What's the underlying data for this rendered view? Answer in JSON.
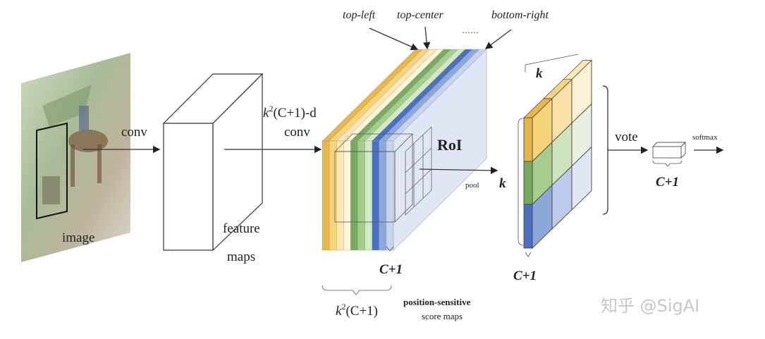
{
  "labels": {
    "image": "image",
    "conv": "conv",
    "feature_maps_line1": "feature",
    "feature_maps_line2": "maps",
    "k2conv": {
      "k": "k",
      "sup": "2",
      "rest": "(C+1)-d",
      "line2": "conv"
    },
    "top_left": "top-left",
    "top_center": "top-center",
    "bottom_right": "bottom-right",
    "ellipsis": "……",
    "roi": "RoI",
    "pool": "pool",
    "c_plus_1_stack": "C+1",
    "k2c_bottom": {
      "k": "k",
      "sup": "2",
      "rest": "(C+1)"
    },
    "ps_line1": "position-sensitive",
    "ps_line2": "score maps",
    "k_top": "k",
    "k_left": "k",
    "c_plus_1_vote": "C+1",
    "vote": "vote",
    "c_plus_1_output": "C+1",
    "softmax": "softmax",
    "watermark": "知乎 @SigAI"
  },
  "colors": {
    "yellow_dark": "#e9b64a",
    "yellow": "#f5d47c",
    "yellow_light": "#fbe8b6",
    "cream": "#fdf4dc",
    "green_dark": "#78ab62",
    "green": "#a7cd8e",
    "green_light": "#d4e8c5",
    "blue_dark": "#4b72c2",
    "blue": "#8ea7d9",
    "blue_light": "#c8d4ee",
    "block_face": "#e0e6f4"
  }
}
